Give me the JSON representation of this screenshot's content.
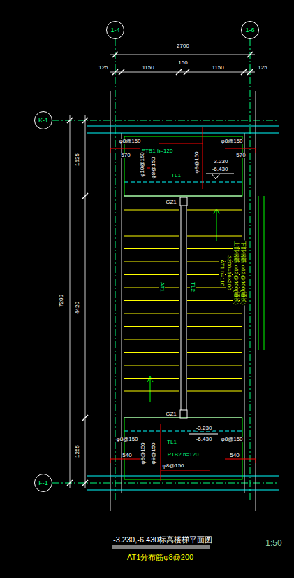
{
  "diagram": {
    "title": "-3.230,-6.430标高楼梯平面图",
    "caption": "AT1分布筋φ8@200",
    "nodes": [
      {
        "text": [
          "1-4"
        ]
      },
      {
        "text": [
          "1-6"
        ]
      },
      {
        "text": [
          "K-1"
        ]
      },
      {
        "text": [
          "F-1"
        ]
      }
    ],
    "labels": [
      "2700",
      "125",
      "1150",
      "150",
      "1150",
      "125",
      "7200",
      "1525",
      "4420",
      "1255",
      "PTB1 h=120",
      "φ8@150",
      "570",
      "φ10@150",
      "φ8@150",
      "φ8@150",
      "570",
      "φ8@150",
      "-3.230",
      "-6.430",
      "TL1",
      "GZ1",
      "AT1",
      "TL2",
      "AT1 h=110",
      "3200=16×200",
      "上部钢筋 φ12@100(通长)",
      "下部钢筋 φ12@100(通长)",
      "GZ1",
      "-3.230",
      "-6.430",
      "TL1",
      "φ8@150",
      "540",
      "φ8@150",
      "φ8@150",
      "φ8@150",
      "PTB2 h=120",
      "φ8@150",
      "540",
      "1:50"
    ]
  }
}
